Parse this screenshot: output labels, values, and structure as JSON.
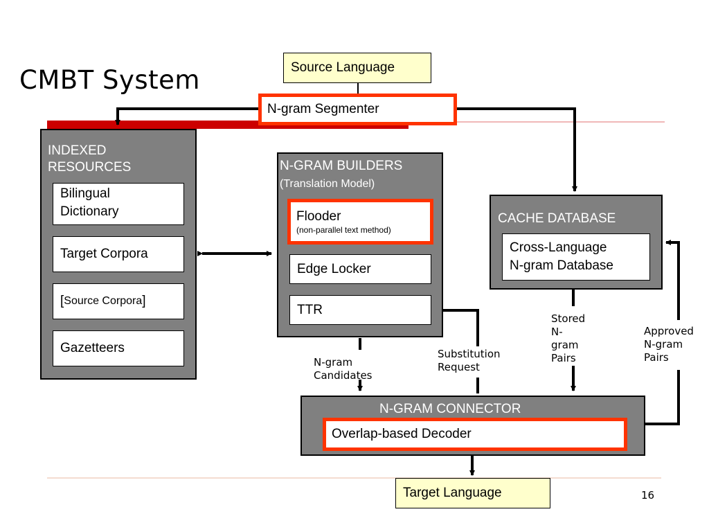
{
  "slide": {
    "title": "CMBT System",
    "page_number": "16"
  },
  "colors": {
    "accent_red": "#ff3300",
    "title_bar_red": "#cc0000",
    "panel_gray": "#808080",
    "source_target_fill": "#ffffcc"
  },
  "nodes": {
    "source_language": "Source Language",
    "ngram_segmenter": "N-gram Segmenter",
    "indexed_resources": {
      "title_line1": "INDEXED",
      "title_line2": "RESOURCES",
      "items": [
        {
          "line1": "Bilingual",
          "line2": "Dictionary"
        },
        {
          "line1": "Target Corpora",
          "line2": ""
        },
        {
          "line1": "[",
          "small": "Source Corpora",
          "line2": "]"
        },
        {
          "line1": "Gazetteers",
          "line2": ""
        }
      ]
    },
    "ngram_builders": {
      "title": "N-GRAM BUILDERS",
      "subtitle": "(Translation Model)",
      "flooder": "Flooder",
      "flooder_note": "(non-parallel text method)",
      "edge_locker": "Edge Locker",
      "ttr": "TTR"
    },
    "cache_database": {
      "title": "CACHE DATABASE",
      "inner_line1": "Cross-Language",
      "inner_line2": "N-gram Database"
    },
    "ngram_connector": {
      "title": "N-GRAM CONNECTOR",
      "decoder": "Overlap-based Decoder"
    },
    "target_language": "Target Language"
  },
  "edge_labels": {
    "ngram_candidates": [
      "N-gram",
      "Candidates"
    ],
    "substitution_request": [
      "Substitution",
      "Request"
    ],
    "stored_pairs": [
      "Stored",
      "N-",
      "gram",
      "Pairs"
    ],
    "approved_pairs": [
      "Approved",
      "N-gram",
      "Pairs"
    ]
  }
}
